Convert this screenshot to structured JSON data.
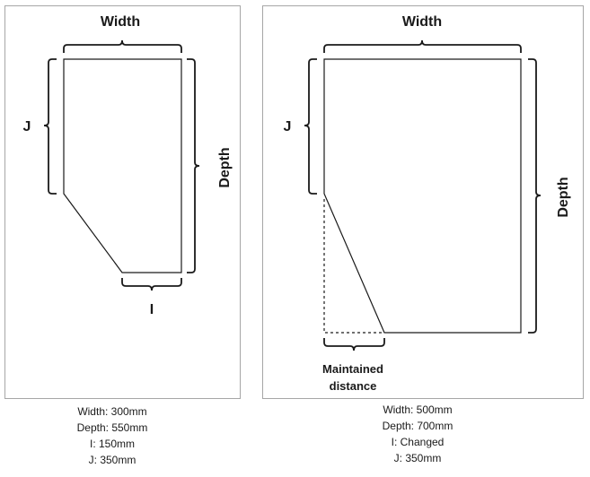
{
  "left_panel": {
    "labels": {
      "width": "Width",
      "depth": "Depth",
      "i": "I",
      "j": "J"
    },
    "specs": {
      "width": "Width: 300mm",
      "depth": "Depth: 550mm",
      "i": "I: 150mm",
      "j": "J: 350mm"
    }
  },
  "right_panel": {
    "labels": {
      "width": "Width",
      "depth": "Depth",
      "j": "J",
      "maintained_line1": "Maintained",
      "maintained_line2": "distance"
    },
    "specs": {
      "width": "Width: 500mm",
      "depth": "Depth: 700mm",
      "i": "I: Changed",
      "j": "J: 350mm"
    }
  },
  "colors": {
    "frame_border": "#a6a6a6",
    "line": "#1a1a1a",
    "background": "#ffffff"
  }
}
